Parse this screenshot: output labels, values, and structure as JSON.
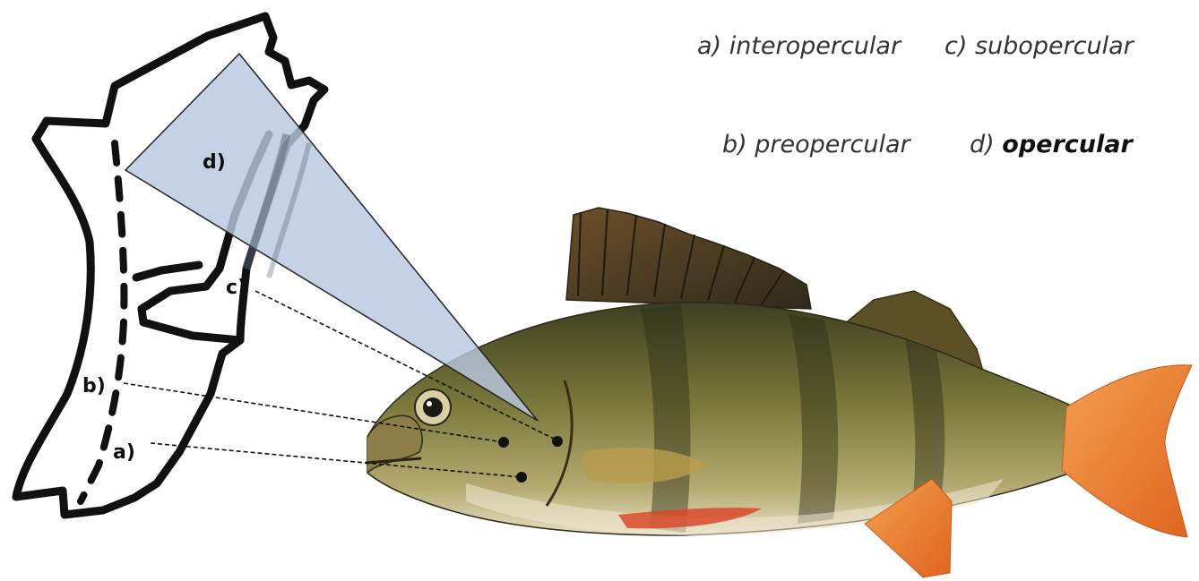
{
  "legend": {
    "a": {
      "key": "a)",
      "name": "interopercular"
    },
    "b": {
      "key": "b)",
      "name": "preopercular"
    },
    "c": {
      "key": "c)",
      "name": "subopercular"
    },
    "d": {
      "key": "d)",
      "name": "opercular"
    }
  },
  "labels": {
    "a": "a)",
    "b": "b)",
    "c": "c)",
    "d": "d)"
  },
  "colors": {
    "highlight_fill": "#b8c8df",
    "outline": "#111111",
    "fish_body": "#7a7a3a",
    "fish_fin_orange": "#e8702a"
  }
}
